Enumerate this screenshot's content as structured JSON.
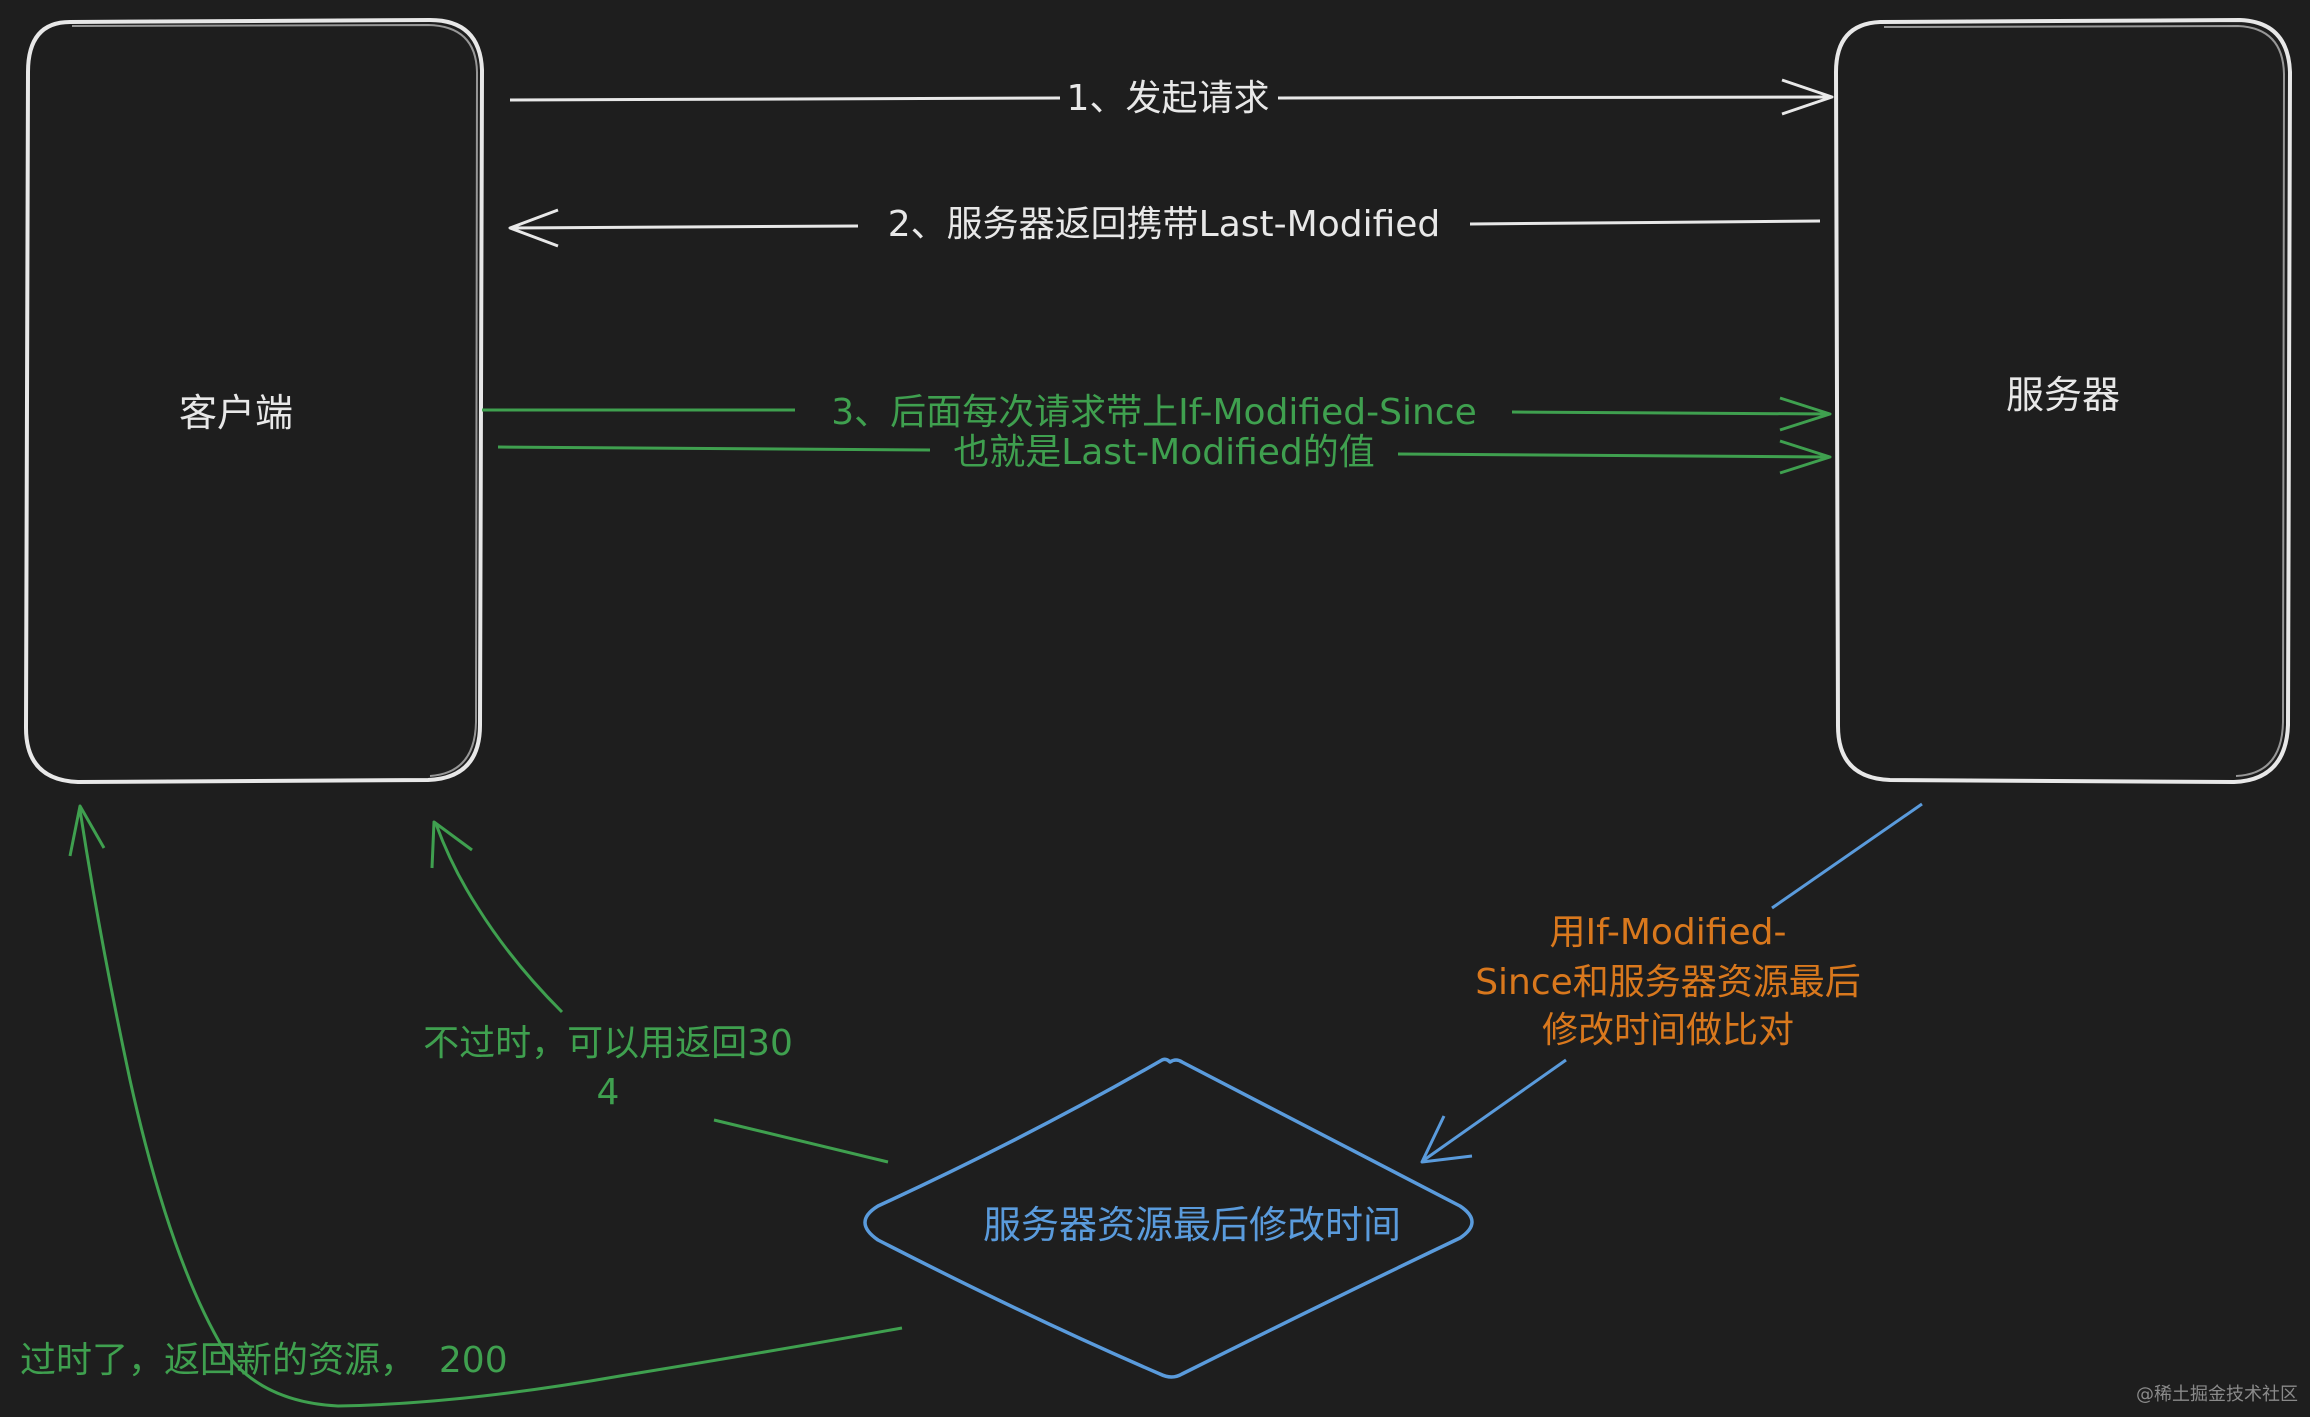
{
  "colors": {
    "background": "#1e1e1e",
    "white": "#e8e8e8",
    "green": "#3fa04f",
    "blue": "#5a9bdc",
    "orange": "#d9781d",
    "watermark": "#8a8a8a"
  },
  "nodes": {
    "client": {
      "label": "客户端"
    },
    "server": {
      "label": "服务器"
    },
    "decision": {
      "label": "服务器资源最后修改时间"
    }
  },
  "arrows": {
    "request": {
      "label": "1、发起请求"
    },
    "response": {
      "label": "2、服务器返回携带Last-Modified"
    },
    "conditional": {
      "line1": "3、后面每次请求带上If-Modified-Since",
      "line2": "也就是Last-Modified的值"
    },
    "compare": {
      "line1": "用If-Modified-",
      "line2": "Since和服务器资源最后",
      "line3": "修改时间做比对"
    },
    "not_modified": {
      "line1": "不过时，可以用返回30",
      "line2": "4"
    },
    "modified": {
      "label": "过时了，返回新的资源，  200"
    }
  },
  "watermark": "@稀土掘金技术社区"
}
